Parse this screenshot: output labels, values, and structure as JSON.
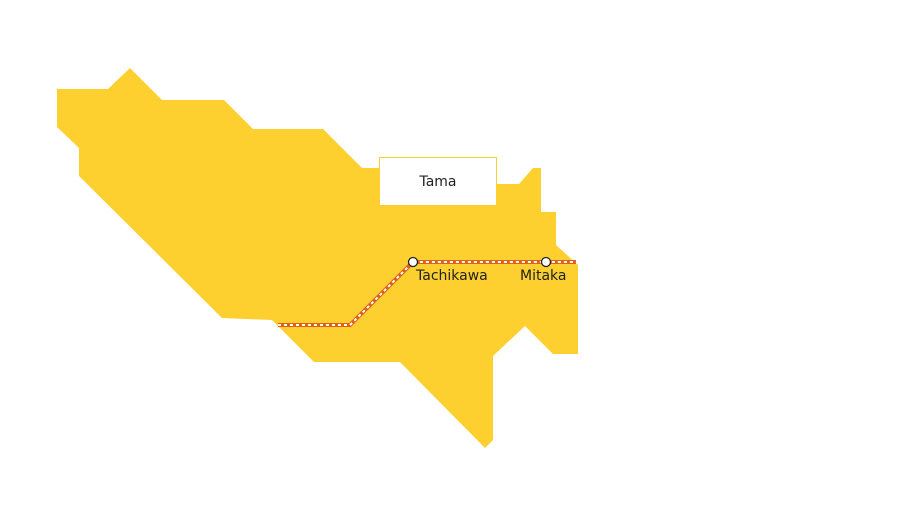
{
  "region": {
    "name": "Tama",
    "color": "#fdd02f"
  },
  "rail_line": {
    "color": "#e0601a",
    "dash_color": "#ffffff"
  },
  "stations": [
    {
      "name": "Tachikawa"
    },
    {
      "name": "Mitaka"
    }
  ]
}
